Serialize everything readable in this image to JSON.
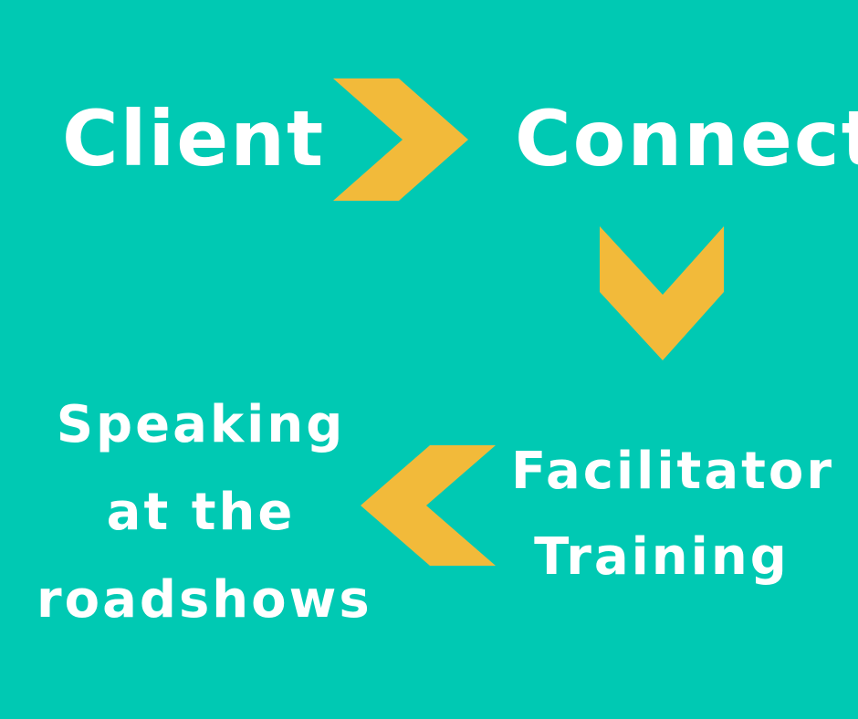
{
  "colors": {
    "background": "#00c9b3",
    "arrow": "#f2ba3a",
    "text": "#ffffff"
  },
  "nodes": {
    "client": "Client",
    "connect": "Connect",
    "facilitator_training": [
      "Facilitator",
      "Training"
    ],
    "speaking": [
      "Speaking",
      "at the",
      "roadshows"
    ]
  },
  "arrows": [
    {
      "from": "Client",
      "to": "Connect",
      "direction": "right"
    },
    {
      "from": "Connect",
      "to": "Facilitator Training",
      "direction": "down"
    },
    {
      "from": "Facilitator Training",
      "to": "Speaking at the roadshows",
      "direction": "left"
    }
  ]
}
